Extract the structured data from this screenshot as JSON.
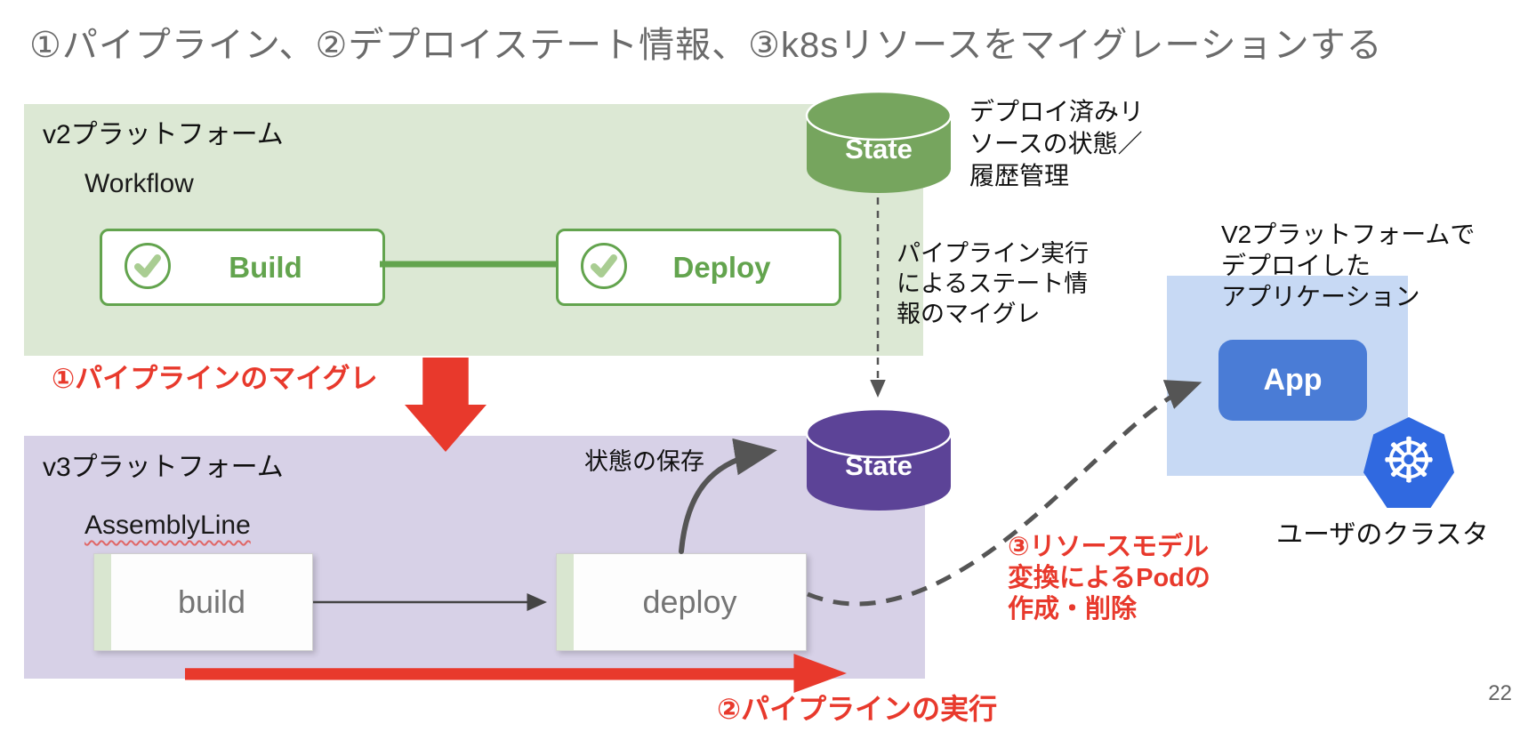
{
  "slide": {
    "title": "①パイプライン、②デプロイステート情報、③k8sリソースをマイグレーションする",
    "page_number": "22"
  },
  "v2_platform": {
    "label": "v2プラットフォーム",
    "workflow_label": "Workflow",
    "steps": [
      {
        "label": "Build",
        "status_icon": "checkmark-icon"
      },
      {
        "label": "Deploy",
        "status_icon": "checkmark-icon"
      }
    ]
  },
  "v2_state_store": {
    "label": "State",
    "description": "デプロイ済みリ\nソースの状態／\n履歴管理"
  },
  "v3_platform": {
    "label": "v3プラットフォーム",
    "assembly_label": "AssemblyLine",
    "steps": [
      {
        "label": "build"
      },
      {
        "label": "deploy"
      }
    ]
  },
  "v3_state_store": {
    "label": "State"
  },
  "annotations": {
    "migrate_pipeline": "①パイプラインのマイグレ",
    "state_migration": "パイプライン実行\nによるステート情\n報のマイグレ",
    "save_state": "状態の保存",
    "run_pipeline": "②パイプラインの実行",
    "resource_model": "③リソースモデル\n変換によるPodの\n作成・削除"
  },
  "user_cluster": {
    "app_label": "App",
    "description": "V2プラットフォームで\nデプロイした\nアプリケーション",
    "cluster_label": "ユーザのクラスタ",
    "icon": "kubernetes-icon"
  },
  "colors": {
    "green_bg": "#dce8d4",
    "green_accent": "#63a44e",
    "green_check": "#a9cd92",
    "green_cylinder": "#76a55e",
    "strip_green": "#d9e6d0",
    "purple_bg": "#d7d1e7",
    "purple_cylinder": "#5c4397",
    "blue_bg": "#c7d9f4",
    "blue_app": "#4a7cd6",
    "k8s_blue": "#3069e0",
    "red": "#e8392c",
    "title_gray": "#6b6b6b",
    "step_text_gray": "#757575",
    "arrow_gray": "#555555"
  }
}
